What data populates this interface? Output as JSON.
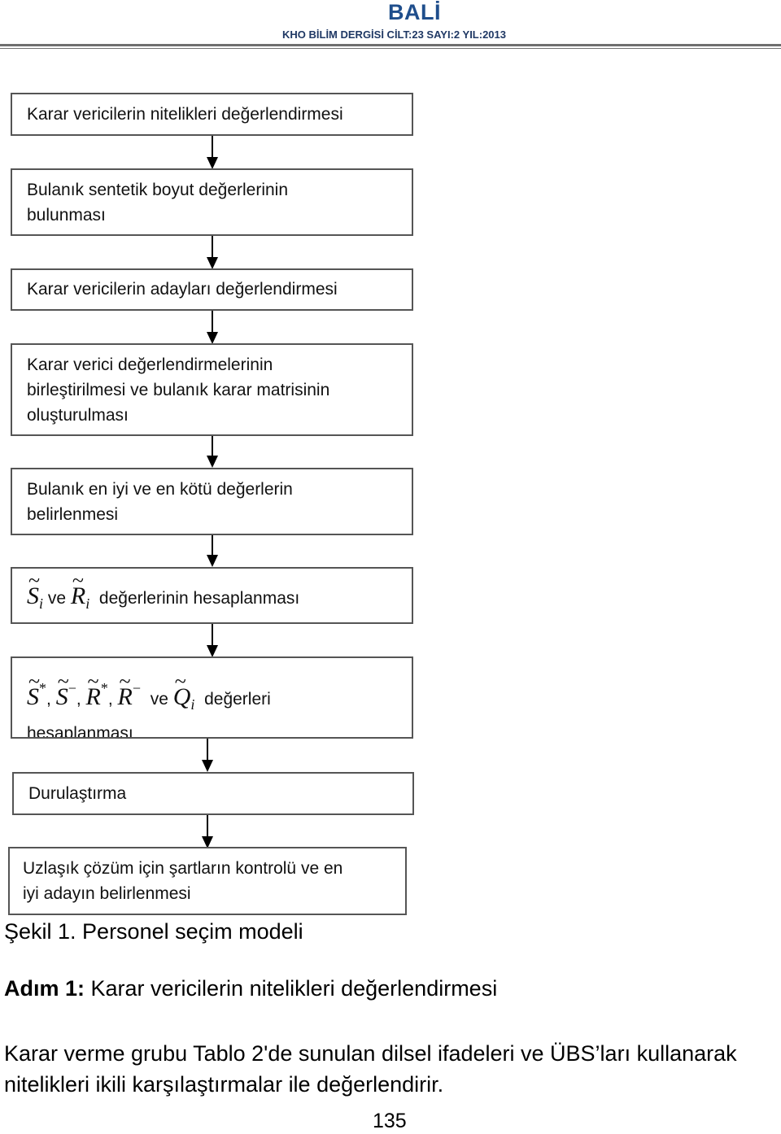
{
  "header": {
    "author": "BALİ",
    "journal": "KHO BİLİM DERGİSİ CİLT:23 SAYI:2 YIL:2013"
  },
  "flowchart": {
    "box1": "Karar vericilerin nitelikleri değerlendirmesi",
    "box2": [
      "Bulanık sentetik boyut değerlerinin",
      "bulunması"
    ],
    "box3": "Karar vericilerin adayları değerlendirmesi",
    "box4": [
      "Karar verici değerlendirmelerinin",
      "birleştirilmesi ve bulanık karar matrisinin",
      "oluşturulması"
    ],
    "box5": [
      "Bulanık en iyi ve en kötü değerlerin",
      "belirlenmesi"
    ],
    "box6": {
      "s": "S",
      "i": "i",
      "ve": "ve",
      "r": "R",
      "rest": "değerlerinin hesaplanması"
    },
    "box7": {
      "s": "S",
      "r": "R",
      "q": "Q",
      "i": "i",
      "star": "*",
      "minus": "−",
      "comma": ",",
      "ve": "ve",
      "rest": "değerleri",
      "line2": "hesaplanması"
    },
    "box8": "Durulaştırma",
    "box9": [
      "Uzlaşık çözüm için şartların kontrolü ve en",
      "iyi adayın belirlenmesi"
    ]
  },
  "caption": "Şekil 1. Personel seçim modeli",
  "step": {
    "label": "Adım 1:",
    "text": " Karar vericilerin nitelikleri değerlendirmesi"
  },
  "paragraph": [
    "Karar verme grubu Tablo 2'de sunulan dilsel ifadeleri ve ÜBS’ları kullanarak",
    "nitelikleri ikili karşılaştırmalar ile değerlendirir."
  ],
  "page_number": "135"
}
